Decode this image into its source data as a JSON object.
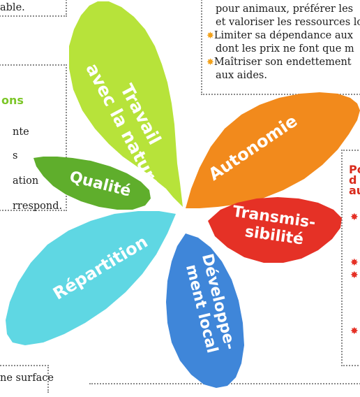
{
  "top_left_box": {
    "line1": "able."
  },
  "top_right_box": {
    "lines": [
      "pour animaux, préférer les",
      "et valoriser les ressources lo",
      "Limiter sa dépendance aux",
      "dont les prix ne font que m",
      "Maîtriser son endettement",
      "aux aides."
    ]
  },
  "left_box": {
    "heading": "ons",
    "lines": [
      "nte",
      "s",
      "ation",
      "rrespond."
    ]
  },
  "right_box": {
    "heading_lines": [
      "Po",
      "d",
      "au"
    ]
  },
  "bottom_left": {
    "line1": "ne surface"
  },
  "petals": {
    "travail": {
      "line1": "Travail",
      "line2": "avec la nature",
      "color": "#b7e33a"
    },
    "autonomie": {
      "line1": "Autonomie",
      "color": "#f28a1c"
    },
    "qualite": {
      "line1": "Qualité",
      "color": "#5fae2c"
    },
    "transmissibilite": {
      "line1": "Transmis-",
      "line2": "sibilité",
      "color": "#e53126"
    },
    "repartition": {
      "line1": "Répartition",
      "color": "#5fd7e3"
    },
    "developpement": {
      "line1": "Développe-",
      "line2": "ment local",
      "color": "#3f86d9"
    }
  },
  "colors": {
    "star": "#f2a11a",
    "red_bullet": "#e53126",
    "dotted_border": "#8a8a8a"
  }
}
